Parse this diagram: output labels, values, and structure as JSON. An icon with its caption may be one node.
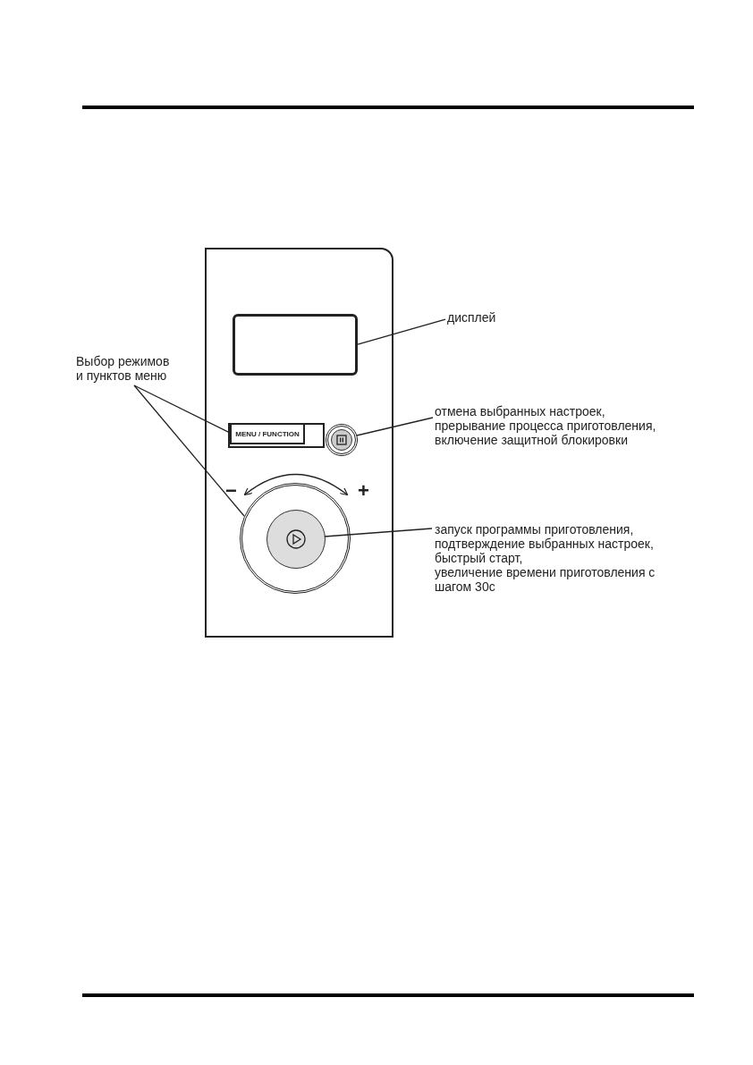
{
  "diagram": {
    "nodes": [
      {
        "text": [],
        "shape": "box"
      },
      {
        "text": [],
        "shape": "box",
        "in": 0
      },
      {
        "text": [
          "MENU / FUNCTION"
        ],
        "in": 0
      },
      {
        "text": [],
        "shape": "circle",
        "in": 0
      },
      {
        "text": [],
        "shape": "circle",
        "in": 0,
        "beside": [
          "−",
          "+"
        ]
      },
      {
        "text": [],
        "shape": "circle",
        "in": 4
      },
      {
        "text": [
          "дисплей"
        ]
      },
      {
        "text": [
          "Выбор режимов и пунктов меню"
        ]
      },
      {
        "text": [
          "отмена выбранных настроек, прерывание процесса приготовления, включение защитной блокировки"
        ]
      },
      {
        "text": [
          "запуск программы приготовления, подтверждение выбранных настроек,",
          "быстрый старт,",
          "увеличение времени приготовления с шагом 30с"
        ]
      }
    ],
    "edges": [
      {
        "from": 6,
        "to": 1,
        "arrow": "none"
      },
      {
        "from": 7,
        "to": 2,
        "arrow": "none"
      },
      {
        "from": 7,
        "to": 4,
        "arrow": "none"
      },
      {
        "from": 8,
        "to": 3,
        "arrow": "none"
      },
      {
        "from": 9,
        "to": 5,
        "arrow": "none"
      }
    ]
  }
}
